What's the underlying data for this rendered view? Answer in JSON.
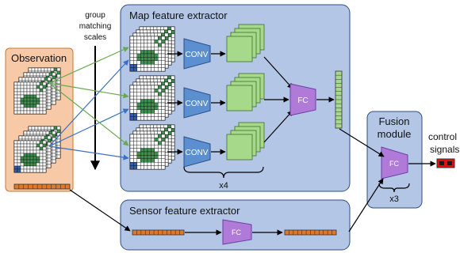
{
  "labels": {
    "group_scales": [
      "group",
      "matching",
      "scales"
    ],
    "observation": "Observation",
    "map_extractor": "Map feature extractor",
    "sensor_extractor": "Sensor feature extractor",
    "fusion": [
      "Fusion",
      "module"
    ],
    "control": [
      "control",
      "signals"
    ],
    "conv": "CONV",
    "fc": "FC",
    "x4": "x4",
    "x3": "x3"
  },
  "colors": {
    "observation_bg": "#f8c9a6",
    "observation_border": "#c9792e",
    "extractor_bg": "#b3c6e6",
    "extractor_border": "#2f4f80",
    "conv": "#5b8fcf",
    "feature_map": "#a6d98a",
    "fc": "#b07ad9",
    "sensor_bar": "#e0782c",
    "control": "#e01010",
    "green_arrow": "#6aa84f",
    "blue_arrow": "#3b6fc4",
    "grid_green": "#3f8f4f",
    "grid_blue": "#2e5fa8"
  }
}
